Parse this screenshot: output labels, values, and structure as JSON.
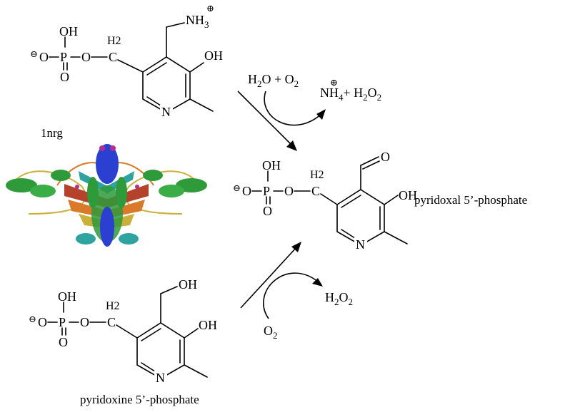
{
  "labels": {
    "protein_id": "1nrg",
    "product_name": "pyridoxal 5’-phosphate",
    "substrate_name": "pyridoxine 5’-phosphate"
  },
  "reaction_top": {
    "reagents": "H2O + O2",
    "products": "NH4+ + H2O2"
  },
  "reaction_bottom": {
    "reagent": "O2",
    "product": "H2O2"
  },
  "atoms": {
    "oh": "OH",
    "o": "O",
    "p": "P",
    "n": "N",
    "c": "C",
    "h2": "H2",
    "nh3": "NH3",
    "minus": "⊖",
    "plus": "⊕"
  },
  "colors": {
    "helix_green": "#2e9a3a",
    "sheet_orange": "#d9792a",
    "sheet_red": "#b5432c",
    "sheet_teal": "#2fa3a0",
    "sheet_blue": "#2b3fd1",
    "loop_yellow": "#c9b13a",
    "ligand_magenta": "#b0308f"
  }
}
